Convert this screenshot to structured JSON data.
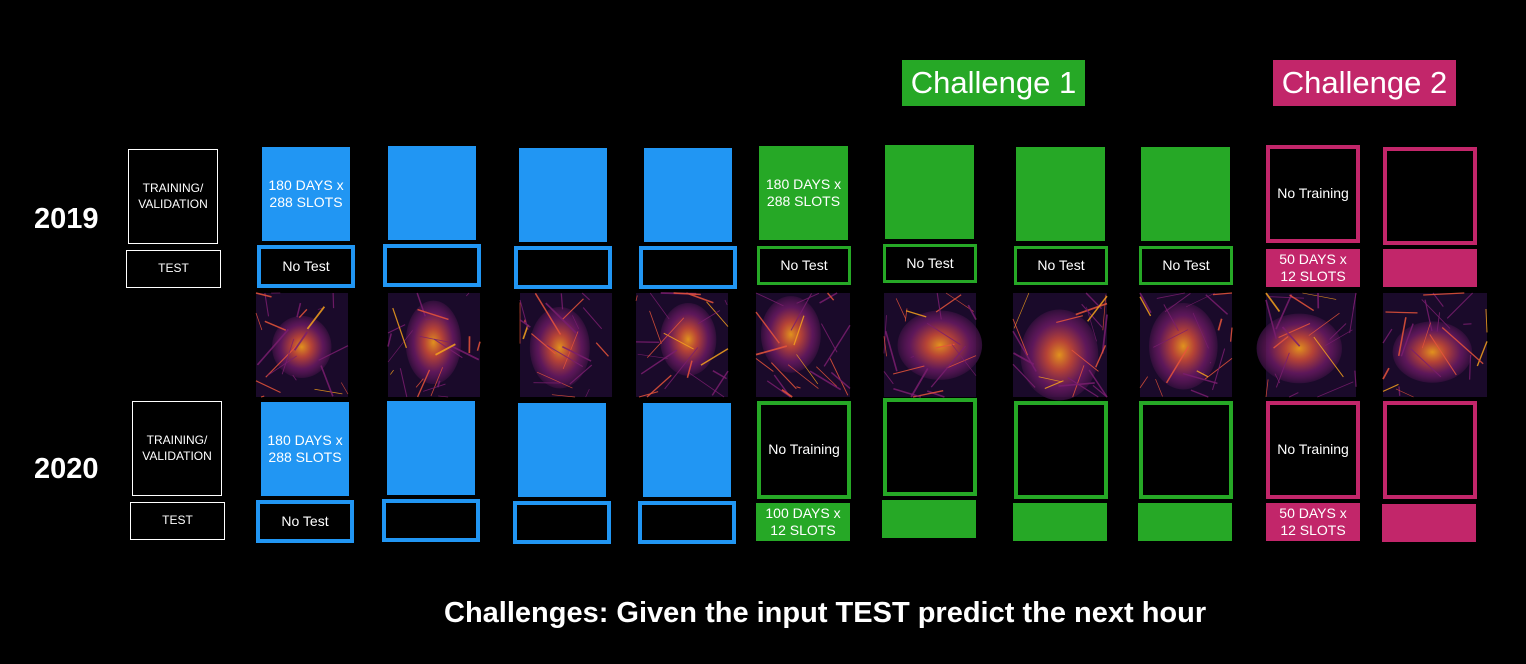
{
  "headers": {
    "challenge1": "Challenge 1",
    "challenge2": "Challenge 2"
  },
  "years": {
    "y2019": "2019",
    "y2020": "2020"
  },
  "row_labels": {
    "train_2019": "TRAINING/\nVALIDATION",
    "test_2019": "TEST",
    "train_2020": "TRAINING/\nVALIDATION",
    "test_2020": "TEST"
  },
  "cells": {
    "c1_2019_train": "180 DAYS x\n288 SLOTS",
    "c1_2019_test": "No Test",
    "c5_2019_train": "180 DAYS x\n288 SLOTS",
    "c5_2019_test": "No Test",
    "c6_2019_test": "No Test",
    "c7_2019_test": "No Test",
    "c8_2019_test": "No Test",
    "c9_2019_train": "No Training",
    "c9_2019_test": "50 DAYS x\n12 SLOTS",
    "c1_2020_train": "180 DAYS x\n288 SLOTS",
    "c1_2020_test": "No Test",
    "c5_2020_train": "No Training",
    "c5_2020_test": "100 DAYS x\n12 SLOTS",
    "c9_2020_train": "No Training",
    "c9_2020_test": "50 DAYS x\n12 SLOTS"
  },
  "footer": "Challenges: Given the input TEST predict the next hour",
  "colors": {
    "blue": "#2196f3",
    "green": "#26a826",
    "magenta": "#c2266a",
    "map_dark": "#1a0a2a",
    "map_mid": "#7a1d6e",
    "map_hot": "#e8553a",
    "map_bright": "#f7a21c"
  }
}
